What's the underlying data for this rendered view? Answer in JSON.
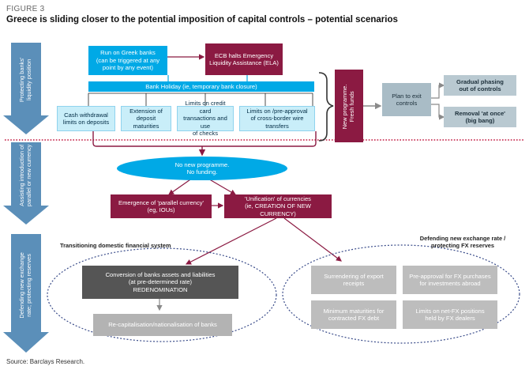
{
  "figure": {
    "label": "FIGURE 3",
    "title": "Greece is sliding closer to the potential imposition of capital controls – potential scenarios",
    "source": "Source:  Barclays Research."
  },
  "side_arrows": [
    {
      "label": "Protecting banks'\nliquidity position"
    },
    {
      "label": "Assisting introduction of\nparallel or new currency"
    },
    {
      "label": "Defending new exchange\nrate; protecting reserves"
    }
  ],
  "top": {
    "run_on_banks": "Run on Greek banks\n(can be triggered at any\npoint by any event)",
    "ecb_halts": "ECB halts Emergency\nLiquidity Assistance (ELA)",
    "bank_holiday": "Bank Holiday (ie, temporary bank closure)",
    "measures": [
      "Cash withdrawal\nlimits on deposits",
      "Extension of\ndeposit\nmaturities",
      "Limits on credit card\ntransactions and use\nof checks",
      "Limits on /pre-approval\nof cross-border wire\ntransfers"
    ],
    "new_programme": "New programme.\nFresh funds",
    "plan_exit": "Plan to exit\ncontrols",
    "gradual": "Gradual phasing\nout of controls",
    "removal": "Removal 'at once'\n(big bang)"
  },
  "middle": {
    "no_programme": "No new programme.\nNo funding.",
    "parallel_currency": "Emergence of 'parallel currency'\n(eg, IOUs)",
    "unification": "'Unification' of currencies\n(ie,  CREATION  OF NEW CURRENCY)"
  },
  "bottom": {
    "left_heading": "Transitioning domestic financial system",
    "right_heading": "Defending  new exchange rate /\nprotecting FX reserves",
    "conversion": "Conversion of banks assets and liabilities\n(at pre-determined rate)\nREDENOMINATION",
    "recap": "Re-capitalisation/nationalisation of banks",
    "surrendering": "Surrendering of export\nreceipts",
    "preapproval": "Pre-approval for FX purchases\nfor investments abroad",
    "min_maturities": "Minimum maturities for\ncontracted FX debt",
    "limits_netfx": "Limits on net-FX positions\nheld by FX dealers"
  },
  "colors": {
    "blue": "#00a9e6",
    "red": "#8b1a42",
    "arrow": "#5b8fb9",
    "dark": "#555555",
    "grey": "#b3b3b3",
    "dotted_line": "#c0143c"
  }
}
